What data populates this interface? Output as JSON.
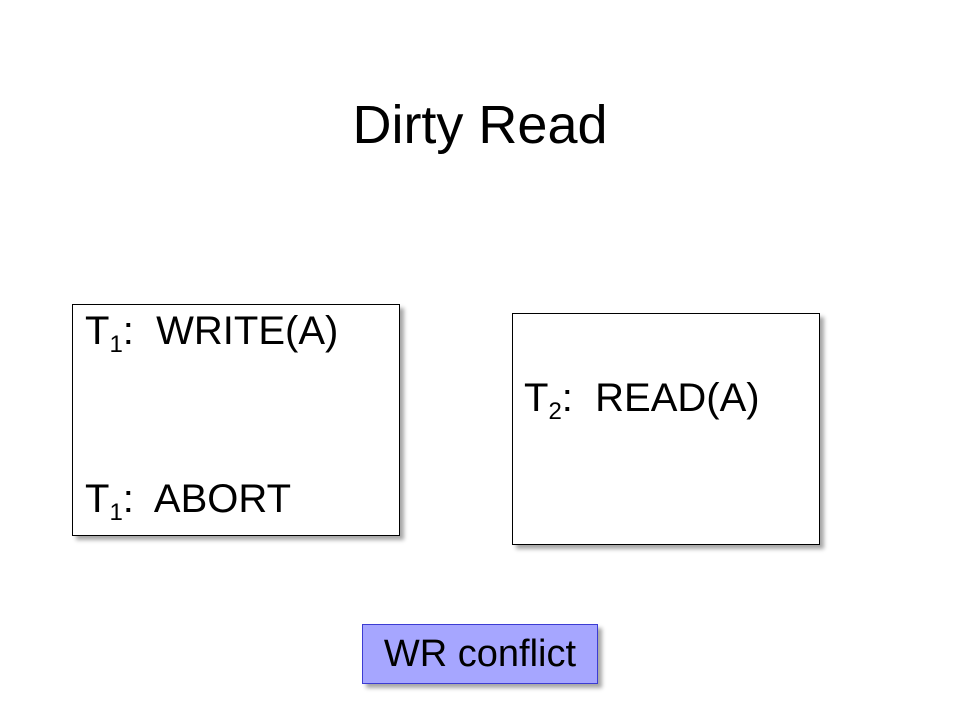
{
  "slide": {
    "title": "Dirty Read"
  },
  "t1_box": {
    "write": {
      "prefix": "T",
      "sub": "1",
      "text": ":  WRITE(A)"
    },
    "abort": {
      "prefix": "T",
      "sub": "1",
      "text": ":  ABORT"
    }
  },
  "t2_box": {
    "read": {
      "prefix": "T",
      "sub": "2",
      "text": ":  READ(A)"
    }
  },
  "conflict_label": "WR conflict",
  "colors": {
    "conflict_fill": "#a6a6ff",
    "conflict_border": "#3c3cd2",
    "text": "#000000",
    "background": "#ffffff"
  }
}
